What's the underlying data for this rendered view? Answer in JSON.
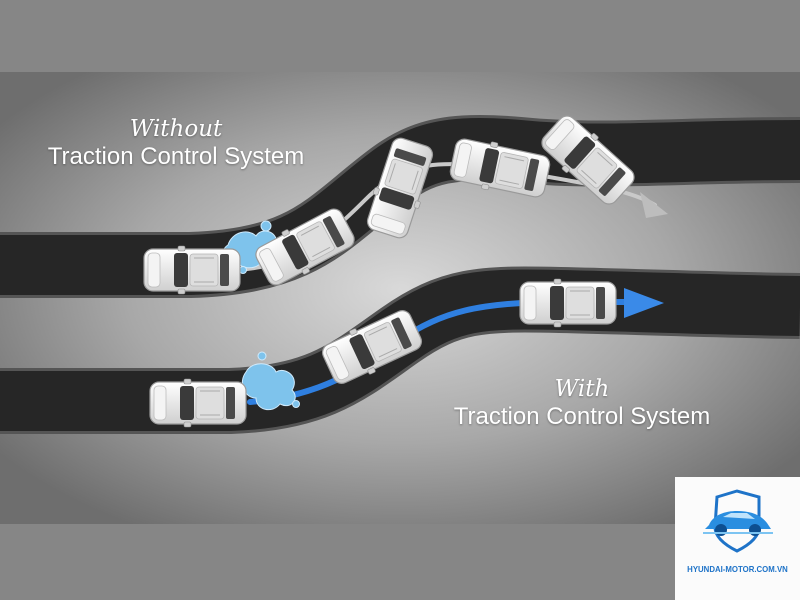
{
  "captions": {
    "without": {
      "script": "Without",
      "main": "Traction Control System"
    },
    "with": {
      "script": "With",
      "main": "Traction Control System"
    }
  },
  "watermark": {
    "text": "HYUNDAI-MOTOR.COM.VN"
  },
  "colors": {
    "road": "#262626",
    "road_edge": "#555555",
    "correct_path": "#2f7fe0",
    "skid_path": "#c9c9c9",
    "water": "#7ec3ec",
    "car_body": "#e9e9e9",
    "brand_blue": "#1e73c8"
  },
  "icons": [
    "car-icon",
    "water-splash-icon",
    "direction-arrow-icon",
    "car-logo-icon"
  ]
}
